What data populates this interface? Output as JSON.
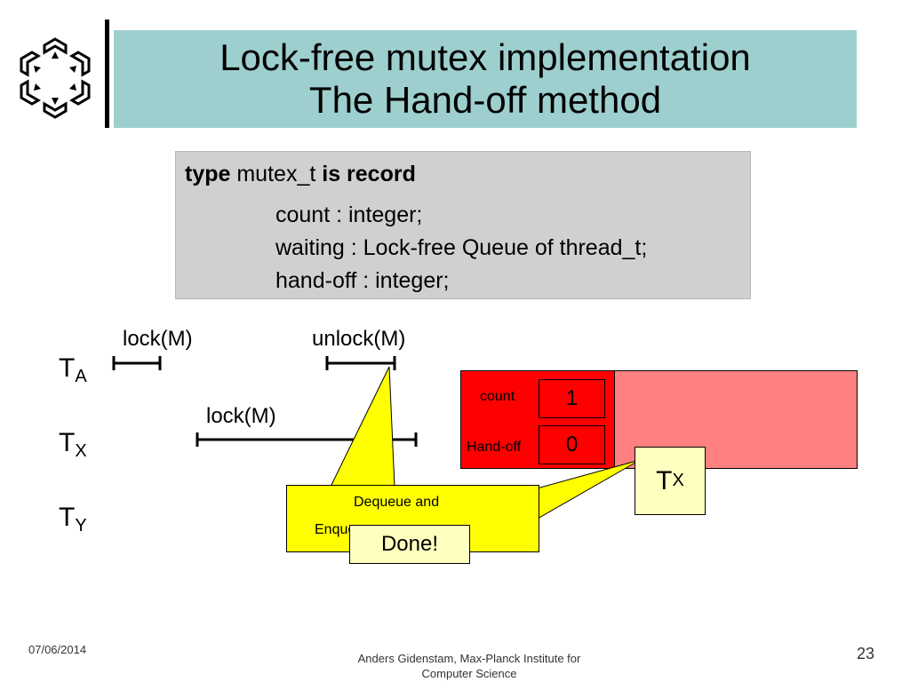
{
  "slide": {
    "title_line1": "Lock-free mutex implementation",
    "title_line2": "The Hand-off method"
  },
  "code": {
    "kw_type": "type",
    "type_name": "mutex_t",
    "kw_is_record": "is record",
    "field1": "count : integer;",
    "field2": "waiting : Lock-free Queue of thread_t;",
    "field3": "hand-off : integer;"
  },
  "threads": [
    {
      "base": "T",
      "sub": "A"
    },
    {
      "base": "T",
      "sub": "X"
    },
    {
      "base": "T",
      "sub": "Y"
    }
  ],
  "ops": {
    "ta_lock": "lock(M)",
    "ta_unlock": "unlock(M)",
    "tx_lock": "lock(M)"
  },
  "record": {
    "count_label": "count",
    "count_value": "1",
    "handoff_label": "Hand-off",
    "handoff_value": "0"
  },
  "tx_callout": {
    "base": "T",
    "sub": "X"
  },
  "callout": {
    "line1": "Dequeue and",
    "line2": "Enqueue on queue",
    "done": "Done!"
  },
  "footer": {
    "date": "07/06/2014",
    "author_line1": "Anders Gidenstam, Max-Planck Institute for",
    "author_line2": "Computer Science",
    "page": "23"
  },
  "colors": {
    "title_bg": "#9ecfcf",
    "code_bg": "#d0d0d0",
    "record_red": "#ff0000",
    "record_pink": "#ff8080",
    "callout_yellow": "#ffff00",
    "note_yellow": "#ffffc0"
  }
}
